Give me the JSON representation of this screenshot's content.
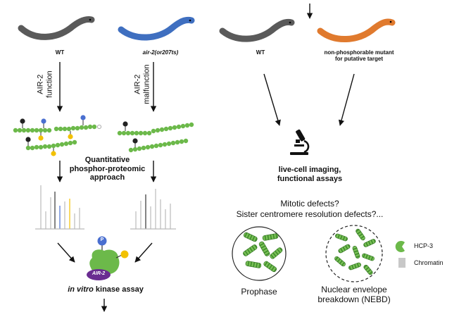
{
  "left": {
    "worm_wt_label": "WT",
    "worm_mutant_label": "air-2(or207ts)",
    "arrow_left_label": [
      "AIR-2",
      "function"
    ],
    "arrow_right_label": [
      "AIR-2",
      "malfunction"
    ],
    "proteomics_label": [
      "Quantitative",
      "phosphor-proteomic",
      "approach"
    ],
    "kinase_label": "AIR-2",
    "kinase_p_label": "P",
    "assay_prefix": "in vitro",
    "assay_suffix": " kinase assay",
    "phospho_p": "P"
  },
  "right": {
    "worm_wt_label": "WT",
    "worm_mutant_label": [
      "non-phosphorable mutant",
      "for putative target"
    ],
    "imaging_label": [
      "live-cell imaging,",
      "functional assays"
    ],
    "question_1": "Mitotic defects?",
    "question_2": "Sister centromere resolution defects?...",
    "cell_1_label": "Prophase",
    "cell_2_label": [
      "Nuclear envelope",
      "breakdown (NEBD)"
    ]
  },
  "legend": {
    "hcp3_label": "HCP-3",
    "chromatin_label": "Chromatin"
  },
  "colors": {
    "worm_gray": "#555555",
    "worm_blue": "#3f6fc0",
    "worm_orange": "#e07a2e",
    "protein_green": "#6cb94a",
    "kinase_purple": "#6a2c91",
    "phospho_blue": "#4a6fd0",
    "phospho_yellow": "#f2c100"
  },
  "icons": [
    "microscope-icon",
    "worm-icon",
    "kinase-icon",
    "phospho-tag-icon",
    "cell-icon"
  ]
}
